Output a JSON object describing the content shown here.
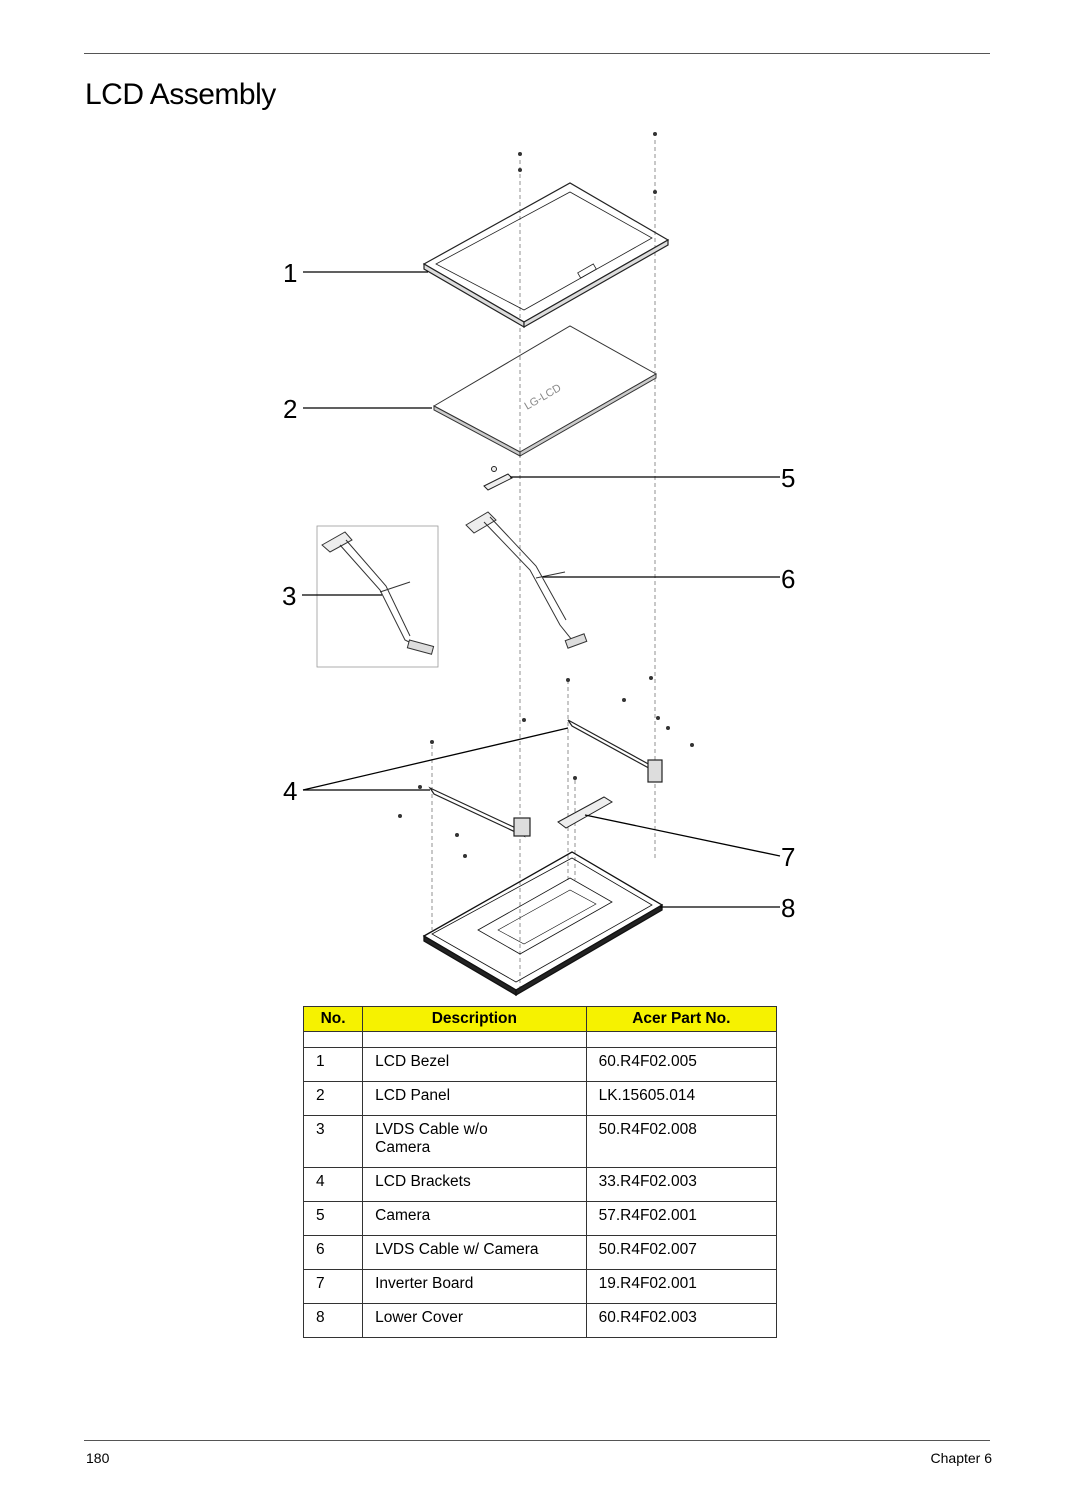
{
  "page": {
    "title": "LCD Assembly",
    "page_number": "180",
    "chapter": "Chapter 6"
  },
  "diagram": {
    "callouts": [
      "1",
      "2",
      "3",
      "4",
      "5",
      "6",
      "7",
      "8"
    ],
    "panel_logo_text": "LG-LCD"
  },
  "table": {
    "headers": [
      "No.",
      "Description",
      "Acer Part No."
    ],
    "header_color": "#f6f200",
    "rows": [
      {
        "no": "1",
        "description": "LCD Bezel",
        "part": "60.R4F02.005"
      },
      {
        "no": "2",
        "description": "LCD Panel",
        "part": "LK.15605.014"
      },
      {
        "no": "3",
        "description": "LVDS Cable w/o Camera",
        "part": "50.R4F02.008"
      },
      {
        "no": "4",
        "description": "LCD Brackets",
        "part": "33.R4F02.003"
      },
      {
        "no": "5",
        "description": "Camera",
        "part": "57.R4F02.001"
      },
      {
        "no": "6",
        "description": "LVDS Cable w/ Camera",
        "part": "50.R4F02.007"
      },
      {
        "no": "7",
        "description": "Inverter Board",
        "part": "19.R4F02.001"
      },
      {
        "no": "8",
        "description": "Lower Cover",
        "part": "60.R4F02.003"
      }
    ]
  }
}
